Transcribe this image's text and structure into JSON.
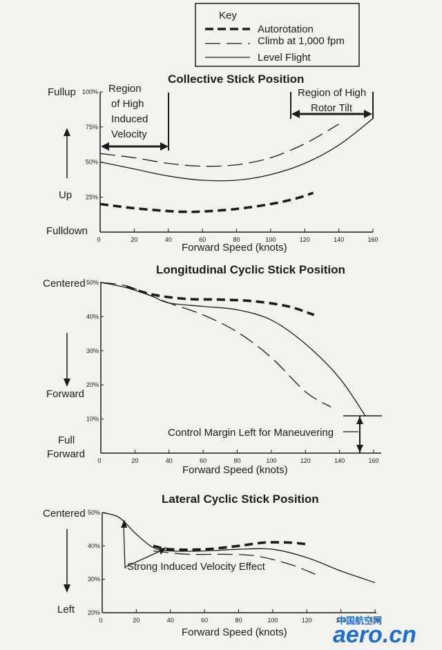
{
  "key": {
    "title": "Key",
    "items": [
      {
        "label": "Autorotation",
        "style": "heavy-dash"
      },
      {
        "label": "Climb at 1,000 fpm",
        "style": "dash"
      },
      {
        "label": "Level Flight",
        "style": "solid"
      }
    ]
  },
  "colors": {
    "ink": "#1b1b1b",
    "paper": "#f3f2ee",
    "watermark": "#1d6fcf"
  },
  "watermark": {
    "line1": "中国航空网",
    "line2": "aero.cn"
  },
  "chart_data": [
    {
      "type": "line",
      "title": "Collective Stick Position",
      "xlabel": "Forward Speed (knots)",
      "xlim": [
        0,
        160
      ],
      "ylim": [
        0,
        100
      ],
      "xticks": [
        "20",
        "40",
        "60",
        "80",
        "100",
        "120",
        "140",
        "160"
      ],
      "yticks": [
        {
          "v": 25,
          "t": "25%"
        },
        {
          "v": 50,
          "t": "50%"
        },
        {
          "v": 75,
          "t": "75%"
        },
        {
          "v": 100,
          "t": "100%"
        }
      ],
      "side_labels": {
        "top": "Fullup",
        "mid": "Up",
        "bottom": "Fulldown"
      },
      "annotations": {
        "left_region": [
          "Region",
          "of High",
          "Induced",
          "Velocity"
        ],
        "right_region": [
          "Region of High",
          "Rotor Tilt"
        ]
      },
      "series": [
        {
          "name": "Autorotation",
          "style": "heavy-dash",
          "x": [
            0,
            20,
            40,
            50,
            60,
            80,
            100,
            115,
            125
          ],
          "y": [
            20,
            17,
            15,
            14.5,
            14.7,
            16.5,
            20,
            24,
            28
          ]
        },
        {
          "name": "Climb at 1,000 fpm",
          "style": "dash",
          "x": [
            0,
            20,
            40,
            60,
            80,
            100,
            120,
            140
          ],
          "y": [
            56,
            53,
            49,
            47,
            48,
            53,
            63,
            77
          ]
        },
        {
          "name": "Level Flight",
          "style": "solid",
          "x": [
            0,
            20,
            40,
            60,
            80,
            100,
            120,
            140,
            160
          ],
          "y": [
            50,
            45,
            40,
            37,
            37,
            41,
            49,
            62,
            81
          ]
        }
      ]
    },
    {
      "type": "line",
      "title": "Longitudinal Cyclic Stick Position",
      "xlabel": "Forward Speed (knots)",
      "xlim": [
        0,
        160
      ],
      "ylim": [
        0,
        50
      ],
      "xticks": [
        "20",
        "40",
        "60",
        "80",
        "100",
        "120",
        "140",
        "160"
      ],
      "yticks": [
        {
          "v": 10,
          "t": "10%"
        },
        {
          "v": 20,
          "t": "20%"
        },
        {
          "v": 30,
          "t": "30%"
        },
        {
          "v": 40,
          "t": "40%"
        },
        {
          "v": 50,
          "t": "50%"
        }
      ],
      "side_labels": {
        "top": "Centered",
        "mid": "Forward",
        "bottom": [
          "Full",
          "Forward"
        ]
      },
      "annotations": {
        "margin": "Control Margin Left for Maneuvering"
      },
      "series": [
        {
          "name": "Autorotation",
          "style": "heavy-dash",
          "x": [
            15,
            30,
            50,
            70,
            90,
            110,
            125
          ],
          "y": [
            48.8,
            46.5,
            45.2,
            45,
            44.5,
            43,
            40.5
          ]
        },
        {
          "name": "Climb at 1,000 fpm",
          "style": "dash",
          "x": [
            0,
            15,
            30,
            40,
            60,
            80,
            100,
            120,
            135
          ],
          "y": [
            50,
            49,
            46,
            44,
            40.5,
            35.5,
            28,
            18,
            13.5
          ]
        },
        {
          "name": "Level Flight",
          "style": "solid",
          "x": [
            0,
            15,
            30,
            40,
            60,
            80,
            100,
            120,
            140,
            155
          ],
          "y": [
            50,
            48.5,
            46,
            44,
            43,
            42,
            39,
            32,
            22,
            11
          ]
        }
      ]
    },
    {
      "type": "line",
      "title": "Lateral Cyclic Stick Position",
      "xlabel": "Forward Speed (knots)",
      "xlim": [
        0,
        160
      ],
      "ylim": [
        20,
        50
      ],
      "xticks": [
        "20",
        "40",
        "60",
        "80",
        "100",
        "120",
        "140",
        "160"
      ],
      "yticks": [
        {
          "v": 20,
          "t": "20%"
        },
        {
          "v": 30,
          "t": "30%"
        },
        {
          "v": 40,
          "t": "40%"
        },
        {
          "v": 50,
          "t": "50%"
        }
      ],
      "side_labels": {
        "top": "Centered",
        "mid": "",
        "bottom": "Left"
      },
      "annotations": {
        "effect": "Strong Induced Velocity Effect"
      },
      "series": [
        {
          "name": "Autorotation",
          "style": "heavy-dash",
          "x": [
            30,
            40,
            60,
            80,
            95,
            110,
            120
          ],
          "y": [
            40,
            39,
            39,
            40,
            41,
            41,
            40.5
          ]
        },
        {
          "name": "Climb at 1,000 fpm",
          "style": "dash",
          "x": [
            30,
            50,
            70,
            90,
            110,
            125
          ],
          "y": [
            38.5,
            37.5,
            37.5,
            37,
            34.5,
            31.5
          ]
        },
        {
          "name": "Level Flight",
          "style": "solid",
          "x": [
            0,
            10,
            20,
            30,
            40,
            60,
            80,
            100,
            120,
            140,
            160
          ],
          "y": [
            50,
            48.5,
            43.5,
            39.5,
            38.5,
            38.5,
            39,
            39,
            36.5,
            32.5,
            29
          ]
        }
      ]
    }
  ]
}
